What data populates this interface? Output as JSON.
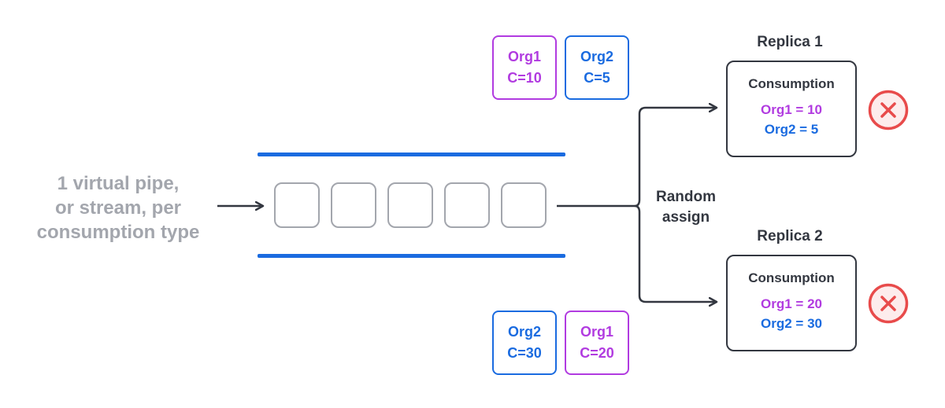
{
  "diagram": {
    "pipe_label_lines": [
      "1 virtual pipe,",
      "or stream, per",
      "consumption type"
    ],
    "slot_count": 5,
    "assign_label_lines": [
      "Random",
      "assign"
    ],
    "top_tags": [
      {
        "org": "Org1",
        "count": "C=10",
        "color": "purple"
      },
      {
        "org": "Org2",
        "count": "C=5",
        "color": "blue"
      }
    ],
    "bottom_tags": [
      {
        "org": "Org2",
        "count": "C=30",
        "color": "blue"
      },
      {
        "org": "Org1",
        "count": "C=20",
        "color": "purple"
      }
    ],
    "replicas": [
      {
        "title": "Replica 1",
        "heading": "Consumption",
        "lines": [
          {
            "text": "Org1 = 10",
            "color": "purple"
          },
          {
            "text": "Org2 = 5",
            "color": "blue"
          }
        ],
        "status_icon": "error-x-circle-icon"
      },
      {
        "title": "Replica 2",
        "heading": "Consumption",
        "lines": [
          {
            "text": "Org1 = 20",
            "color": "purple"
          },
          {
            "text": "Org2 = 30",
            "color": "blue"
          }
        ],
        "status_icon": "error-x-circle-icon"
      }
    ],
    "colors": {
      "purple": "#b13be0",
      "blue": "#1a6be0",
      "gray": "#a3a6ad",
      "dark": "#333740",
      "error_red": "#e84b4b"
    }
  }
}
